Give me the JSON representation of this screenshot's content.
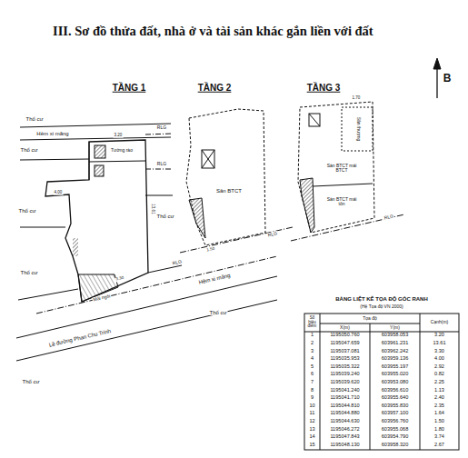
{
  "diagram": {
    "title": "III. Sơ đồ thửa đất, nhà ở và tài sản khác gắn liền với đất",
    "labels": [
      "TẦNG 1",
      "TẦNG 2",
      "TẦNG 3",
      "B",
      "Thổ cư",
      "Hẻm xi măng",
      "RLG",
      "Thổ cư",
      "Tường rào",
      "RLG",
      "Thổ cư",
      "Thổ cư",
      "Thổ cư",
      "RLG",
      "Hẻm xi măng",
      "Mái ngói",
      "Thổ cư",
      "Lề đường Phan Chu Trinh",
      "Thổ cư",
      "Sân BTCT",
      "RLG",
      "Sân thượng",
      "Sàn BTCT mái BTCT",
      "Sàn BTCT mái tôn",
      "RLG",
      "3.20",
      "13.61",
      "3.30",
      "4.00",
      "1.50",
      "1.70",
      "BẢNG LIỆT KÊ TỌA ĐỘ GÓC RANH",
      "(Hệ Tọa độ VN 2000)",
      "Số hiệu điểm",
      "Tọa độ",
      "Cạnh(m)",
      "X(m)",
      "Y(m)",
      "1",
      "1195050.760",
      "603958.053",
      "3.20",
      "2",
      "1195047.659",
      "603961.231",
      "13.61",
      "3",
      "1195037.081",
      "603962.242",
      "3.30",
      "4",
      "1195035.953",
      "603959.136",
      "4.00",
      "5",
      "1195035.322",
      "603955.197",
      "2.92",
      "6",
      "1195039.240",
      "603955.020",
      "0.82",
      "7",
      "1195039.620",
      "603953.080",
      "2.25",
      "8",
      "1195041.240",
      "603956.610",
      "1.13",
      "9",
      "1195041.710",
      "603955.640",
      "2.40",
      "10",
      "1195044.810",
      "603955.830",
      "2.35",
      "11",
      "1195044.880",
      "603957.100",
      "1.64",
      "12",
      "1195044.630",
      "603956.760",
      "1.50",
      "13",
      "1195046.272",
      "603955.068",
      "1.80",
      "14",
      "1195047.843",
      "603954.790",
      "3.74",
      "15",
      "1195048.130",
      "603958.320",
      "2.67"
    ]
  }
}
